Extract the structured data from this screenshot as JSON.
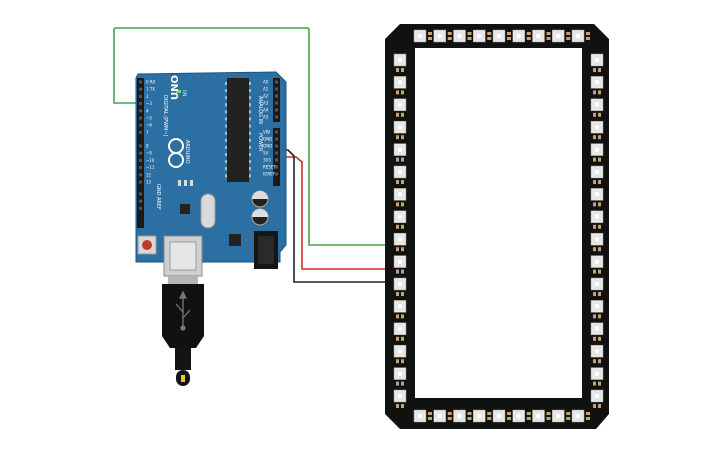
{
  "board": {
    "name": "UNO",
    "brand": "ARDUINO",
    "digital_header": "DIGITAL (PWM~)",
    "analog_header": "ANALOG IN",
    "power_header": "POWER",
    "aref": "AREF",
    "gnd": "GND",
    "on_label": "ON",
    "digital_pins": [
      "0 RX",
      "1 TX",
      "2",
      "~3",
      "4",
      "~5",
      "~6",
      "7",
      "8",
      "~9",
      "~10",
      "~11",
      "12",
      "13"
    ],
    "analog_pins": [
      "A0",
      "A1",
      "A2",
      "A3",
      "A4",
      "A5"
    ],
    "power_pins": [
      "5V",
      "3V3",
      "RESET",
      "IOREF"
    ],
    "power_gnd_pins": [
      "GND",
      "GND"
    ],
    "power_vin": "VIN",
    "colors": {
      "pcb": "#2b6fa3",
      "header": "#1a1a1a",
      "chip": "#222222"
    }
  },
  "strip": {
    "type": "neopixel-ring-rectangle",
    "top_count": 9,
    "side_count": 16,
    "colors": {
      "pcb": "#111111",
      "led": "#e8e8e8",
      "pad": "#c9a26b"
    }
  },
  "wires": [
    {
      "name": "data-wire",
      "color": "#3fa64a"
    },
    {
      "name": "power-wire",
      "color": "#d62828"
    },
    {
      "name": "ground-wire",
      "color": "#222222"
    }
  ]
}
